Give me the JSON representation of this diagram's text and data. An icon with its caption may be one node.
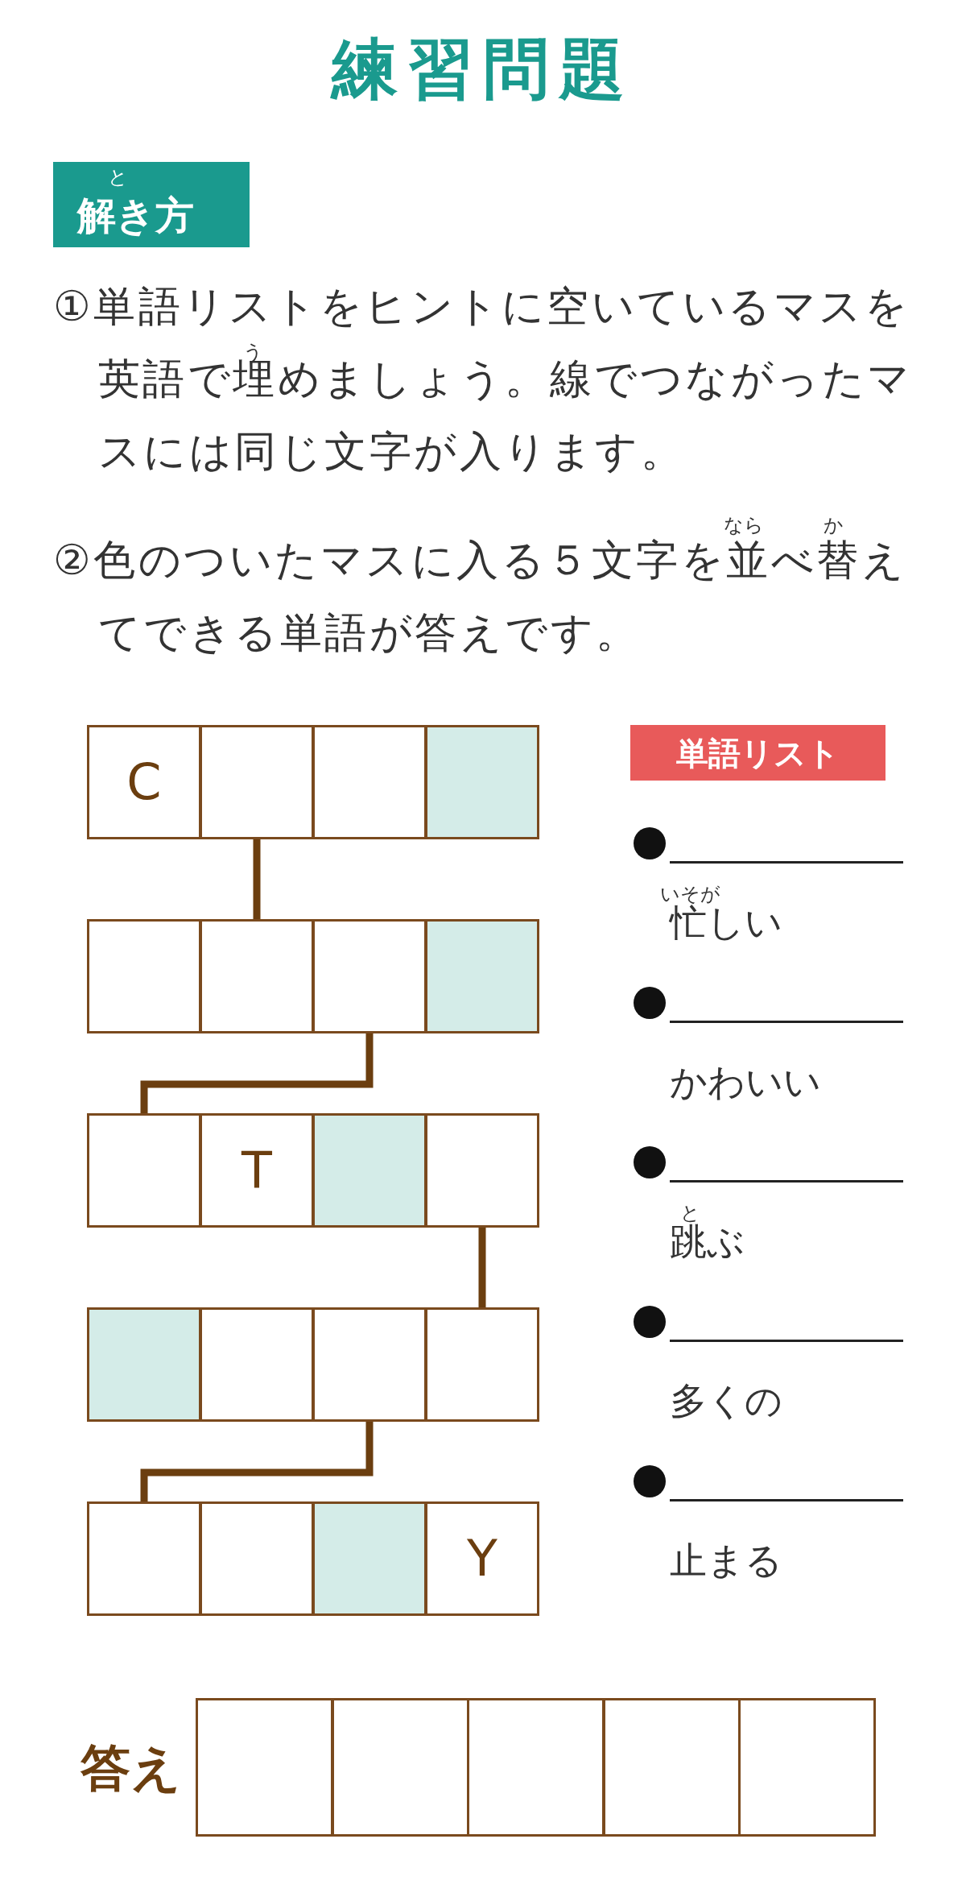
{
  "diagram": {
    "title": "練習問題",
    "nodes": [
      {
        "text": [
          "と",
          "解き方"
        ]
      },
      {
        "text": [
          "C"
        ]
      },
      {
        "text": [],
        "shape": "box"
      },
      {
        "text": [],
        "shape": "box"
      },
      {
        "text": [],
        "shape": "box"
      },
      {
        "text": [],
        "shape": "box"
      },
      {
        "text": [],
        "shape": "box"
      },
      {
        "text": [],
        "shape": "box"
      },
      {
        "text": [],
        "shape": "box"
      },
      {
        "text": [],
        "shape": "box"
      },
      {
        "text": [
          "T"
        ]
      },
      {
        "text": [],
        "shape": "box"
      },
      {
        "text": [],
        "shape": "box"
      },
      {
        "text": [],
        "shape": "box"
      },
      {
        "text": [],
        "shape": "box"
      },
      {
        "text": [],
        "shape": "box"
      },
      {
        "text": [],
        "shape": "box"
      },
      {
        "text": [],
        "shape": "box"
      },
      {
        "text": [],
        "shape": "box"
      },
      {
        "text": [],
        "shape": "box"
      },
      {
        "text": [
          "Y"
        ]
      },
      {
        "text": [
          "単語リスト"
        ]
      },
      {
        "text": [],
        "shape": "box"
      },
      {
        "text": [],
        "shape": "box"
      },
      {
        "text": [],
        "shape": "box"
      },
      {
        "text": [],
        "shape": "box"
      },
      {
        "text": [],
        "shape": "box"
      }
    ],
    "edges": [
      {
        "from": 2,
        "to": 6,
        "arrow": "none"
      },
      {
        "from": 7,
        "to": 9,
        "arrow": "none"
      },
      {
        "from": 12,
        "to": 16,
        "arrow": "none"
      },
      {
        "from": 15,
        "to": 17,
        "arrow": "none"
      }
    ],
    "labels": [
      "う",
      "①単語リストをヒントに空いているマスを英語で埋めましょう。線でつながったマスには同じ文字が入ります。",
      "なら",
      "か",
      "②色のついたマスに入る５文字を並べ替えてできる単語が答えです。",
      "いそが",
      "忙しい",
      "かわいい",
      "と",
      "跳ぶ",
      "多くの",
      "止まる",
      "答え"
    ]
  }
}
